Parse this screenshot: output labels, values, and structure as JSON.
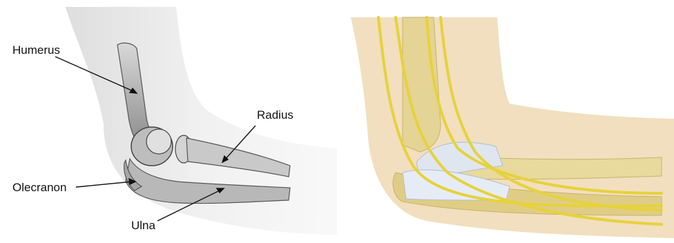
{
  "left_illustration": {
    "labels": {
      "humerus": "Humerus",
      "radius": "Radius",
      "olecranon": "Olecranon",
      "ulna": "Ulna"
    }
  },
  "colors": {
    "skin_left": "#eeeeee",
    "bone_left": "#c9c9c9",
    "skin_right": "#f1dfbf",
    "bone_right": "#e4d495",
    "nerve": "#e6d23a",
    "ligament": "#dfe6f0"
  }
}
